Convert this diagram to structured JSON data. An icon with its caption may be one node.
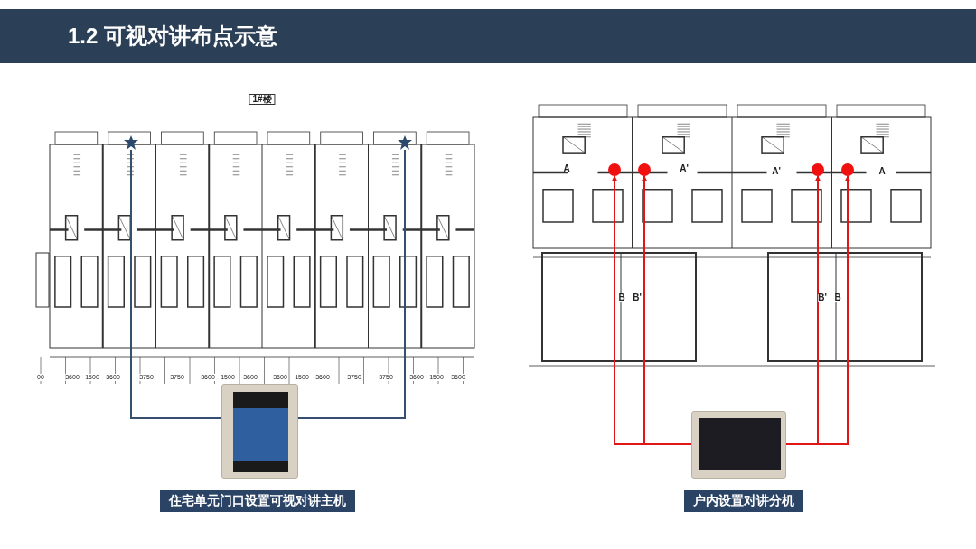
{
  "diagram": {
    "title": "1.2 可视对讲布点示意",
    "nodes": [
      {
        "text": [],
        "shape": "star"
      },
      {
        "text": [],
        "shape": "star"
      },
      {
        "text": [],
        "shape": "picture",
        "beside": [
          "住宅单元门口设置可视对讲主机"
        ]
      },
      {
        "text": [],
        "shape": "circle"
      },
      {
        "text": [],
        "shape": "circle"
      },
      {
        "text": [],
        "shape": "circle"
      },
      {
        "text": [],
        "shape": "circle"
      },
      {
        "text": [],
        "shape": "picture",
        "beside": [
          "户内设置对讲分机"
        ]
      }
    ],
    "edges": [
      {
        "from": 2,
        "to": 0,
        "arrow": "none",
        "color": "#34506e"
      },
      {
        "from": 2,
        "to": 1,
        "arrow": "none",
        "color": "#34506e"
      },
      {
        "from": 7,
        "to": 3,
        "arrow": "to"
      },
      {
        "from": 7,
        "to": 4,
        "arrow": "to"
      },
      {
        "from": 7,
        "to": 5,
        "arrow": "to"
      },
      {
        "from": 7,
        "to": 6,
        "arrow": "to"
      }
    ],
    "labels": [
      "1#楼",
      "00",
      "3600",
      "1500",
      "3600",
      "3750",
      "3750",
      "3600",
      "1500",
      "3600",
      "3600",
      "1500",
      "3600",
      "3750",
      "3750",
      "3600",
      "1500",
      "3600",
      "A",
      "A'",
      "A'",
      "A",
      "B",
      "B'",
      "B'",
      "B"
    ]
  }
}
